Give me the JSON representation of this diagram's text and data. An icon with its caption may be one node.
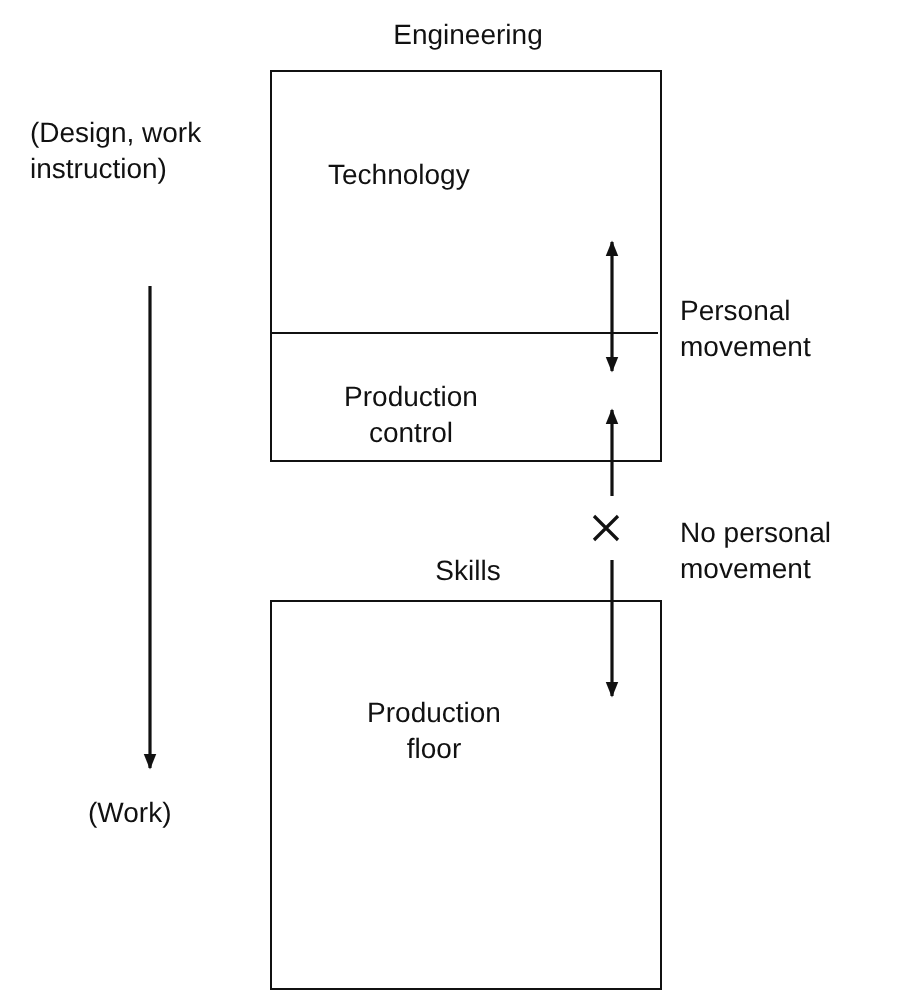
{
  "diagram": {
    "nodes": [
      {
        "text": [
          "Engineering"
        ]
      },
      {
        "text": [
          "Technology"
        ],
        "in": 0
      },
      {
        "text": [
          "Production control"
        ],
        "in": 0
      },
      {
        "text": [
          "Skills",
          "Production floor"
        ]
      },
      {
        "text": [
          "(Design, work instruction)"
        ]
      },
      {
        "text": [
          "(Work)"
        ]
      }
    ],
    "edges": [
      {
        "from": 1,
        "to": 2,
        "arrow": "both",
        "label": "Personal movement"
      },
      {
        "from": 2,
        "to": 3,
        "arrow": "both",
        "label": "No personal movement"
      },
      {
        "from": 4,
        "to": 5,
        "arrow": "to"
      }
    ]
  }
}
